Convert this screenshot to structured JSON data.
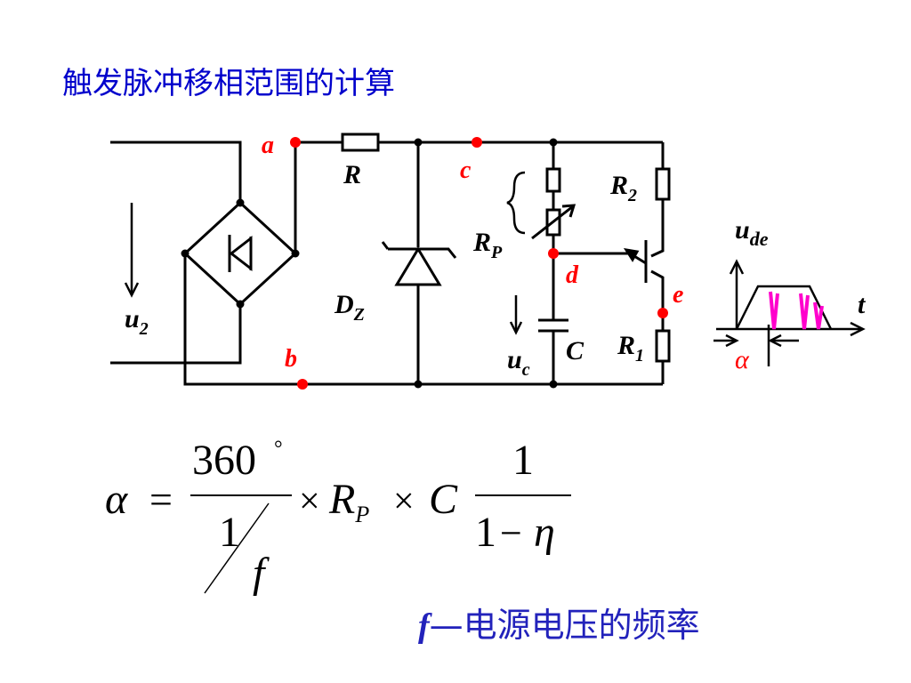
{
  "title": "触发脉冲移相范围的计算",
  "circuit": {
    "node_a": "a",
    "node_b": "b",
    "node_c": "c",
    "node_d": "d",
    "node_e": "e",
    "resistor_r": "R",
    "rp_main": "R",
    "rp_sub": "P",
    "dz_main": "D",
    "dz_sub": "Z",
    "r2_main": "R",
    "r2_sub": "2",
    "r1_main": "R",
    "r1_sub": "1",
    "cap": "C",
    "u2_main": "u",
    "u2_sub": "2",
    "uc_main": "u",
    "uc_sub": "c"
  },
  "waveform": {
    "ylabel_main": "u",
    "ylabel_sub": "de",
    "xlabel": "t",
    "alpha": "α",
    "pulse_color": "#ff00cc"
  },
  "formula": {
    "lhs": "α",
    "eq": "=",
    "num": "360",
    "deg": "°",
    "den_1": "1",
    "den_f": "f",
    "times1": "×",
    "rp_main": "R",
    "rp_sub": "P",
    "times2": "×",
    "c": "C",
    "num2": "1",
    "den2_one": "1",
    "den2_minus": "−",
    "den2_eta": "η"
  },
  "note": {
    "f": "f",
    "dash": "—",
    "text": "电源电压的频率"
  },
  "colors": {
    "title": "#0000cc",
    "node_dot": "#ff0000",
    "node_label": "#ff0000",
    "note": "#2222bb",
    "wire": "#000000"
  }
}
